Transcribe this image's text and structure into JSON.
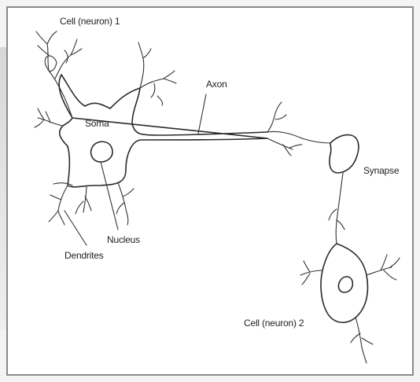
{
  "labels": {
    "cell1": "Cell (neuron)  1",
    "axon": "Axon",
    "soma": "Soma",
    "synapse": "Synapse",
    "nucleus": "Nucleus",
    "dendrites": "Dendrites",
    "cell2": "Cell (neuron)  2"
  },
  "colors": {
    "ink": "#2a2a2a",
    "paper": "#ffffff",
    "border": "#8a8a8a"
  }
}
